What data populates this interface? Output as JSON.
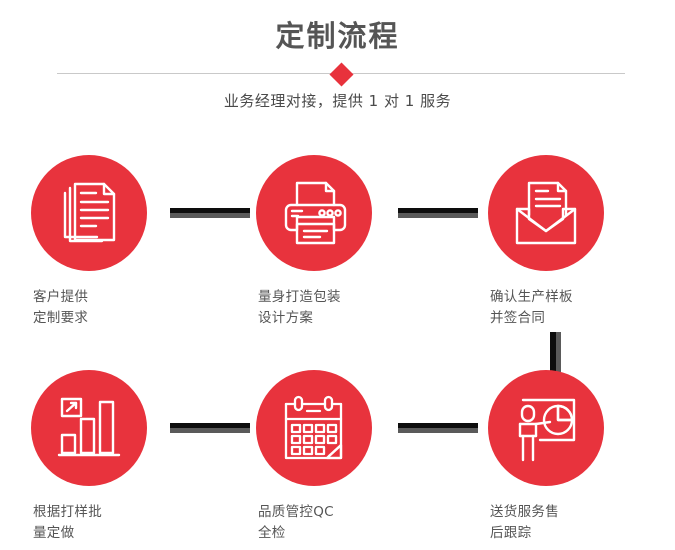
{
  "header": {
    "title": "定制流程",
    "subtitle": "业务经理对接，提供 1 对 1 服务",
    "divider_icon": "diamond-icon"
  },
  "colors": {
    "brand_red": "#e8333d",
    "title_gray": "#555555",
    "label_gray": "#555555",
    "divider_gray": "#c9c9c9",
    "connector_black": "#0d0d0d",
    "connector_gray": "#5a5a5a"
  },
  "flow": {
    "steps": [
      {
        "index": 1,
        "icon": "documents-stack-icon",
        "label": "客户提供\n定制要求",
        "line1": "客户提供",
        "line2": "定制要求"
      },
      {
        "index": 2,
        "icon": "printer-icon",
        "label": "量身打造包装\n设计方案",
        "line1": "量身打造包装",
        "line2": "设计方案"
      },
      {
        "index": 3,
        "icon": "envelope-document-icon",
        "label": "确认生产样板\n并签合同",
        "line1": "确认生产样板",
        "line2": "并签合同"
      },
      {
        "index": 4,
        "icon": "bar-chart-growth-icon",
        "label": "根据打样批\n量定做",
        "line1": "根据打样批",
        "line2": "量定做"
      },
      {
        "index": 5,
        "icon": "calendar-icon",
        "label": "品质管控QC\n全检",
        "line1": "品质管控QC",
        "line2": "全检"
      },
      {
        "index": 6,
        "icon": "presentation-person-icon",
        "label": "送货服务售\n后跟踪",
        "line1": "送货服务售",
        "line2": "后跟踪"
      }
    ],
    "connectors": [
      {
        "name": "connector-step1-step2",
        "orientation": "horizontal"
      },
      {
        "name": "connector-step2-step3",
        "orientation": "horizontal"
      },
      {
        "name": "connector-step3-step6",
        "orientation": "vertical"
      },
      {
        "name": "connector-step4-step5",
        "orientation": "horizontal"
      },
      {
        "name": "connector-step5-step6",
        "orientation": "horizontal"
      }
    ]
  }
}
